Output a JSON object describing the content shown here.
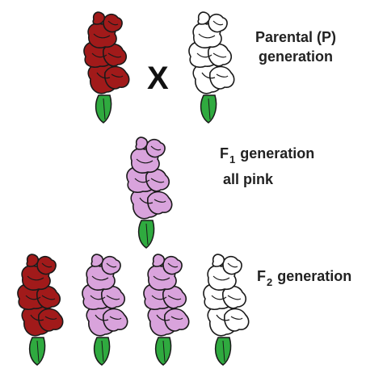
{
  "labels": {
    "parental_line1": "Parental (P)",
    "parental_line2": "generation",
    "cross_symbol": "X",
    "f1_letter": "F",
    "f1_sub": "1",
    "f1_word": "generation",
    "f1_line2": "all pink",
    "f2_letter": "F",
    "f2_sub": "2",
    "f2_word": "generation"
  },
  "colors": {
    "red": "#a11a1a",
    "white": "#ffffff",
    "pink": "#d9a3dc",
    "stem": "#2faa3f",
    "outline": "#1a1a1a"
  },
  "flowers": {
    "parental": [
      "red",
      "white"
    ],
    "f1": [
      "pink"
    ],
    "f2": [
      "red",
      "pink",
      "pink",
      "white"
    ]
  }
}
